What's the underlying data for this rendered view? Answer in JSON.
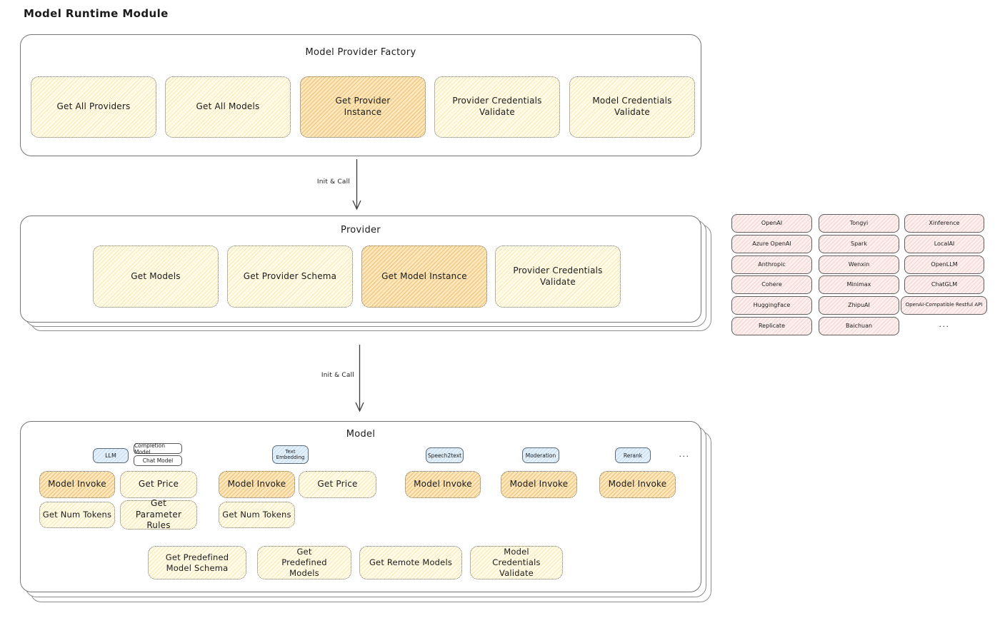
{
  "title": "Model Runtime Module",
  "arrow1_label": "Init & Call",
  "arrow2_label": "Init & Call",
  "factory": {
    "title": "Model Provider Factory",
    "buttons": [
      "Get All Providers",
      "Get All Models",
      "Get Provider Instance",
      "Provider Credentials Validate",
      "Model Credentials Validate"
    ]
  },
  "provider": {
    "title": "Provider",
    "buttons": [
      "Get Models",
      "Get Provider Schema",
      "Get Model Instance",
      "Provider Credentials Validate"
    ]
  },
  "providers_grid": {
    "col1": [
      "OpenAI",
      "Azure OpenAI",
      "Anthropic",
      "Cohere",
      "HuggingFace",
      "Replicate"
    ],
    "col2": [
      "Tongyi",
      "Spark",
      "Wenxin",
      "Minimax",
      "ZhipuAI",
      "Baichuan"
    ],
    "col3": [
      "Xinference",
      "LocalAI",
      "OpenLLM",
      "ChatGLM",
      "OpenAI-Compatible Restful API"
    ],
    "more": "..."
  },
  "model": {
    "title": "Model",
    "more": "...",
    "llm": {
      "tag": "LLM",
      "subtags": [
        "Completion Model",
        "Chat Model"
      ],
      "buttons": [
        "Model Invoke",
        "Get Price",
        "Get Num Tokens",
        "Get Parameter Rules"
      ]
    },
    "text_embedding": {
      "tag": "Text Embedding",
      "buttons": [
        "Model Invoke",
        "Get Price",
        "Get Num Tokens"
      ]
    },
    "speech2text": {
      "tag": "Speech2text",
      "buttons": [
        "Model Invoke"
      ]
    },
    "moderation": {
      "tag": "Moderation",
      "buttons": [
        "Model Invoke"
      ]
    },
    "rerank": {
      "tag": "Rerank",
      "buttons": [
        "Model Invoke"
      ]
    },
    "bottom_buttons": [
      "Get Predefined Model Schema",
      "Get Predefined Models",
      "Get Remote Models",
      "Model Credentials Validate"
    ]
  },
  "colors": {
    "yellow_fill": "#FFFBE9",
    "yellow_hatch": "#EECD6E",
    "orange_fill": "#FBE8C1",
    "orange_hatch": "#ECAF48",
    "pink_fill": "#FCF0EF",
    "pink_hatch": "#E99E98",
    "blue_fill": "#E3F0FA",
    "blue_hatch": "#96C1E4",
    "box_border": "#757575",
    "text": "#1b1b1b"
  }
}
